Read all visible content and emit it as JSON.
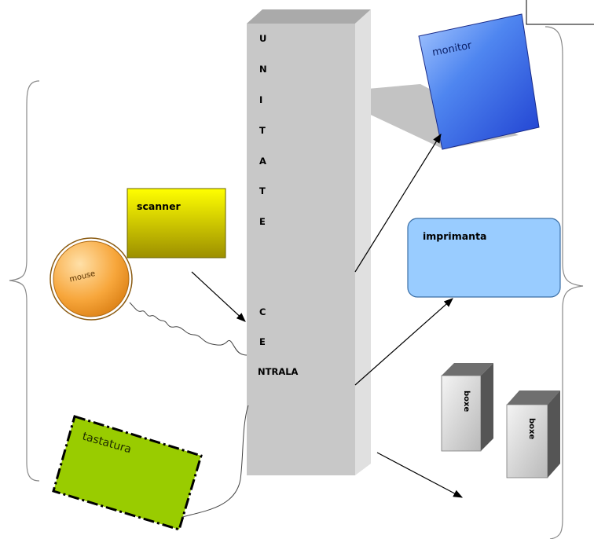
{
  "central_unit": {
    "letters": [
      "U",
      "N",
      "I",
      "T",
      "A",
      "T",
      "E",
      "C",
      "E",
      "NTRALA"
    ]
  },
  "devices": {
    "monitor": "monitor",
    "scanner": "scanner",
    "mouse": "mouse",
    "printer": "imprimanta",
    "keyboard": "tastatura",
    "speaker_left": "boxe",
    "speaker_right": "boxe"
  },
  "colors": {
    "central_front": "#c8c8c8",
    "monitor_blue": "#2f5bd6",
    "scanner_yellow": "#f2f200",
    "mouse_orange": "#f6a133",
    "printer_blue": "#99ccff",
    "keyboard_green": "#99cc00"
  }
}
